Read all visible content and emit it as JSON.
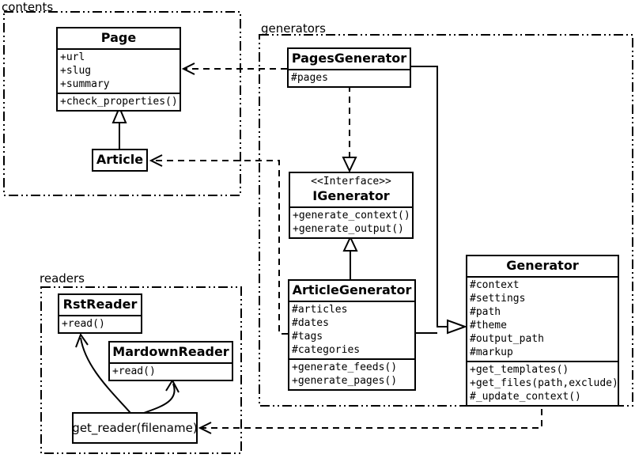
{
  "diagram": {
    "background": "#ffffff",
    "line_color": "#000000"
  },
  "packages": {
    "contents": {
      "label": "contents"
    },
    "generators": {
      "label": "generators"
    },
    "readers": {
      "label": "readers"
    }
  },
  "classes": {
    "page": {
      "name": "Page",
      "attributes": [
        "+url",
        "+slug",
        "+summary"
      ],
      "methods": [
        "+check_properties()"
      ]
    },
    "article": {
      "name": "Article"
    },
    "pages_generator": {
      "name": "PagesGenerator",
      "attributes": [
        "#pages"
      ]
    },
    "igenerator": {
      "stereotype": "<<Interface>>",
      "name": "IGenerator",
      "methods": [
        "+generate_context()",
        "+generate_output()"
      ]
    },
    "article_generator": {
      "name": "ArticleGenerator",
      "attributes": [
        "#articles",
        "#dates",
        "#tags",
        "#categories"
      ],
      "methods": [
        "+generate_feeds()",
        "+generate_pages()"
      ]
    },
    "generator": {
      "name": "Generator",
      "attributes": [
        "#context",
        "#settings",
        "#path",
        "#theme",
        "#output_path",
        "#markup"
      ],
      "methods": [
        "+get_templates()",
        "+get_files(path,exclude)",
        "#_update_context()"
      ]
    },
    "rst_reader": {
      "name": "RstReader",
      "methods": [
        "+read()"
      ]
    },
    "markdown_reader": {
      "name": "MardownReader",
      "methods": [
        "+read()"
      ]
    }
  },
  "nodes": {
    "get_reader": {
      "label": "get_reader(filename)"
    }
  }
}
